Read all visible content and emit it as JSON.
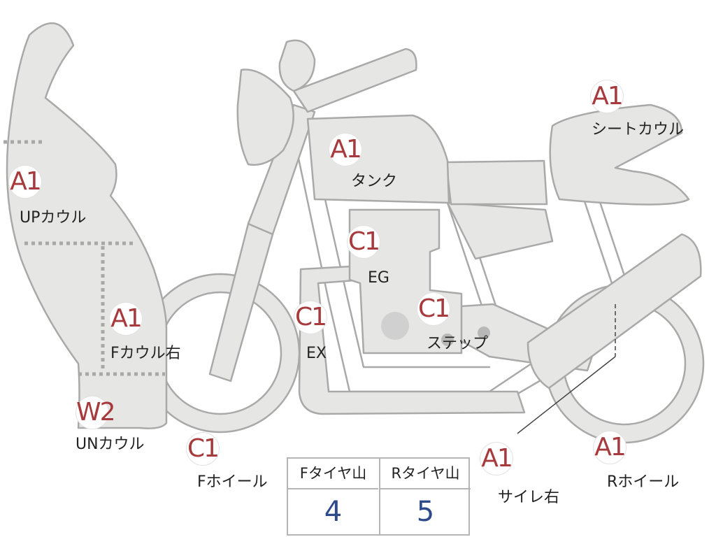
{
  "markers": [
    {
      "id": "upcowl",
      "grade": "A1",
      "label": "UPカウル"
    },
    {
      "id": "fcowl-right",
      "grade": "A1",
      "label": "Fカウル右"
    },
    {
      "id": "uncowl",
      "grade": "W2",
      "label": "UNカウル"
    },
    {
      "id": "fwheel",
      "grade": "C1",
      "label": "Fホイール"
    },
    {
      "id": "tank",
      "grade": "A1",
      "label": "タンク"
    },
    {
      "id": "engine",
      "grade": "C1",
      "label": "EG"
    },
    {
      "id": "exhaust",
      "grade": "C1",
      "label": "EX"
    },
    {
      "id": "step",
      "grade": "C1",
      "label": "ステップ"
    },
    {
      "id": "seatcowl",
      "grade": "A1",
      "label": "シートカウル"
    },
    {
      "id": "silencer-right",
      "grade": "A1",
      "label": "サイレ右"
    },
    {
      "id": "rwheel",
      "grade": "A1",
      "label": "Rホイール"
    }
  ],
  "tread": {
    "front_label": "Fタイヤ山",
    "front_value": "4",
    "rear_label": "Rタイヤ山",
    "rear_value": "5"
  },
  "colors": {
    "body_fill": "#e6e6e4",
    "outline": "#a9a9a9",
    "grade_text": "#a63a3c",
    "tread_value": "#2f4a8a"
  }
}
